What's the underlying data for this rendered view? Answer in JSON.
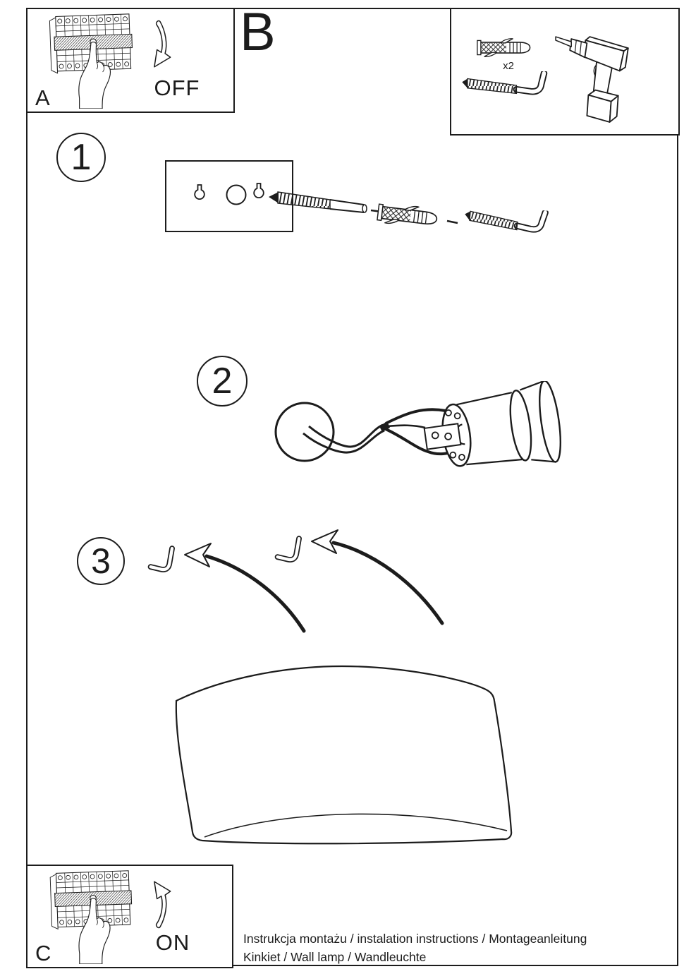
{
  "colors": {
    "ink": "#1c1c1c",
    "paper": "#ffffff"
  },
  "breaker_off_panel": {
    "label": "A",
    "state": "OFF"
  },
  "parts_panel": {
    "label": "B",
    "anchor_qty": "x2"
  },
  "steps": {
    "step1": "1",
    "step2": "2",
    "step3": "3"
  },
  "breaker_on_panel": {
    "label": "C",
    "state": "ON"
  },
  "footer": {
    "line1": "Instrukcja montażu / instalation instructions / Montageanleitung",
    "line2": "Kinkiet / Wall lamp / Wandleuchte"
  }
}
